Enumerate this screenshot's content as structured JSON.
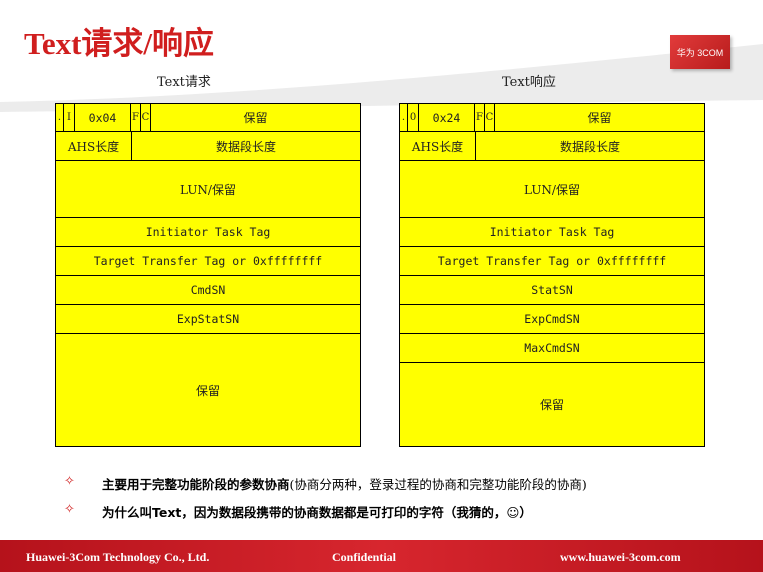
{
  "slide": {
    "title": "Text请求/响应",
    "logo_text": "华为 3COM"
  },
  "left": {
    "caption": "Text请求",
    "header": {
      "dot": ".",
      "flag": "I",
      "opcode": "0x04",
      "f": "F",
      "c": "C",
      "reserved": "保留"
    },
    "ahs": "AHS长度",
    "dsl": "数据段长度",
    "rows": [
      "LUN/保留",
      "Initiator Task Tag",
      "Target Transfer Tag or 0xffffffff",
      "CmdSN",
      "ExpStatSN",
      "保留"
    ]
  },
  "right": {
    "caption": "Text响应",
    "header": {
      "dot": ".",
      "flag": "0",
      "opcode": "0x24",
      "f": "F",
      "c": "C",
      "reserved": "保留"
    },
    "ahs": "AHS长度",
    "dsl": "数据段长度",
    "rows": [
      "LUN/保留",
      "Initiator Task Tag",
      "Target Transfer Tag or 0xffffffff",
      "StatSN",
      "ExpCmdSN",
      "MaxCmdSN",
      "保留"
    ]
  },
  "bullets": [
    {
      "icon": "✧",
      "bold": "主要用于完整功能阶段的参数协商",
      "normal": "(协商分两种，登录过程的协商和完整功能阶段的协商)"
    },
    {
      "icon": "✧",
      "bold": "为什么叫Text，因为数据段携带的协商数据都是可打印的字符（我猜的，☺）",
      "normal": ""
    }
  ],
  "footer": {
    "company": "Huawei-3Com Technology Co., Ltd.",
    "confidential": "Confidential",
    "website": "www.huawei-3com.com"
  }
}
